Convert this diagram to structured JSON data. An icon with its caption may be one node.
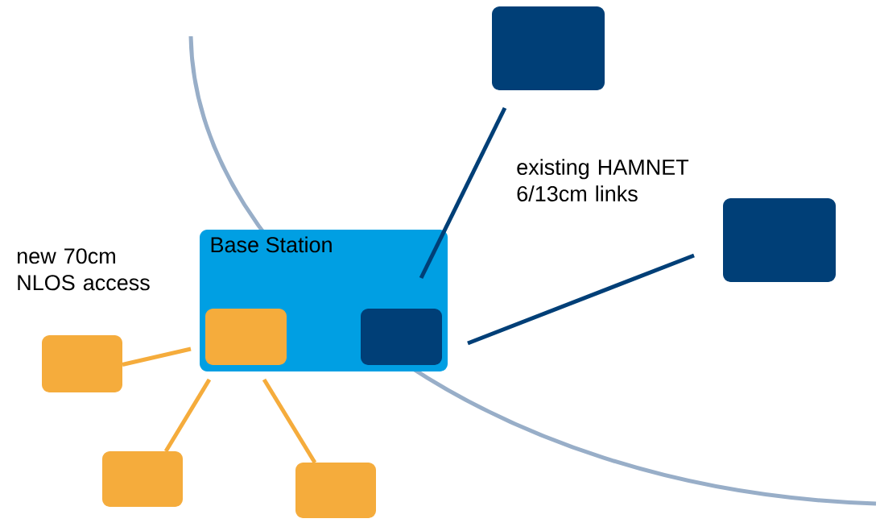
{
  "diagram": {
    "nodes": [
      {
        "text": [
          "Base Station"
        ]
      },
      {
        "text": [],
        "shape": "box",
        "in": 0
      },
      {
        "text": [],
        "shape": "box",
        "in": 0
      },
      {
        "text": [],
        "shape": "box"
      },
      {
        "text": [],
        "shape": "box"
      },
      {
        "text": [],
        "shape": "box"
      },
      {
        "text": [],
        "shape": "box"
      },
      {
        "text": [],
        "shape": "box"
      }
    ],
    "edges": [
      {
        "from": 0,
        "to": 3,
        "arrow": "none",
        "color": "#003f77"
      },
      {
        "from": 0,
        "to": 4,
        "arrow": "none",
        "color": "#003f77"
      },
      {
        "from": 0,
        "to": 5,
        "arrow": "none"
      },
      {
        "from": 0,
        "to": 6,
        "arrow": "none"
      },
      {
        "from": 0,
        "to": 7,
        "arrow": "none"
      }
    ],
    "labels": [
      "new 70cm NLOS access",
      "existing HAMNET 6/13cm links"
    ]
  }
}
